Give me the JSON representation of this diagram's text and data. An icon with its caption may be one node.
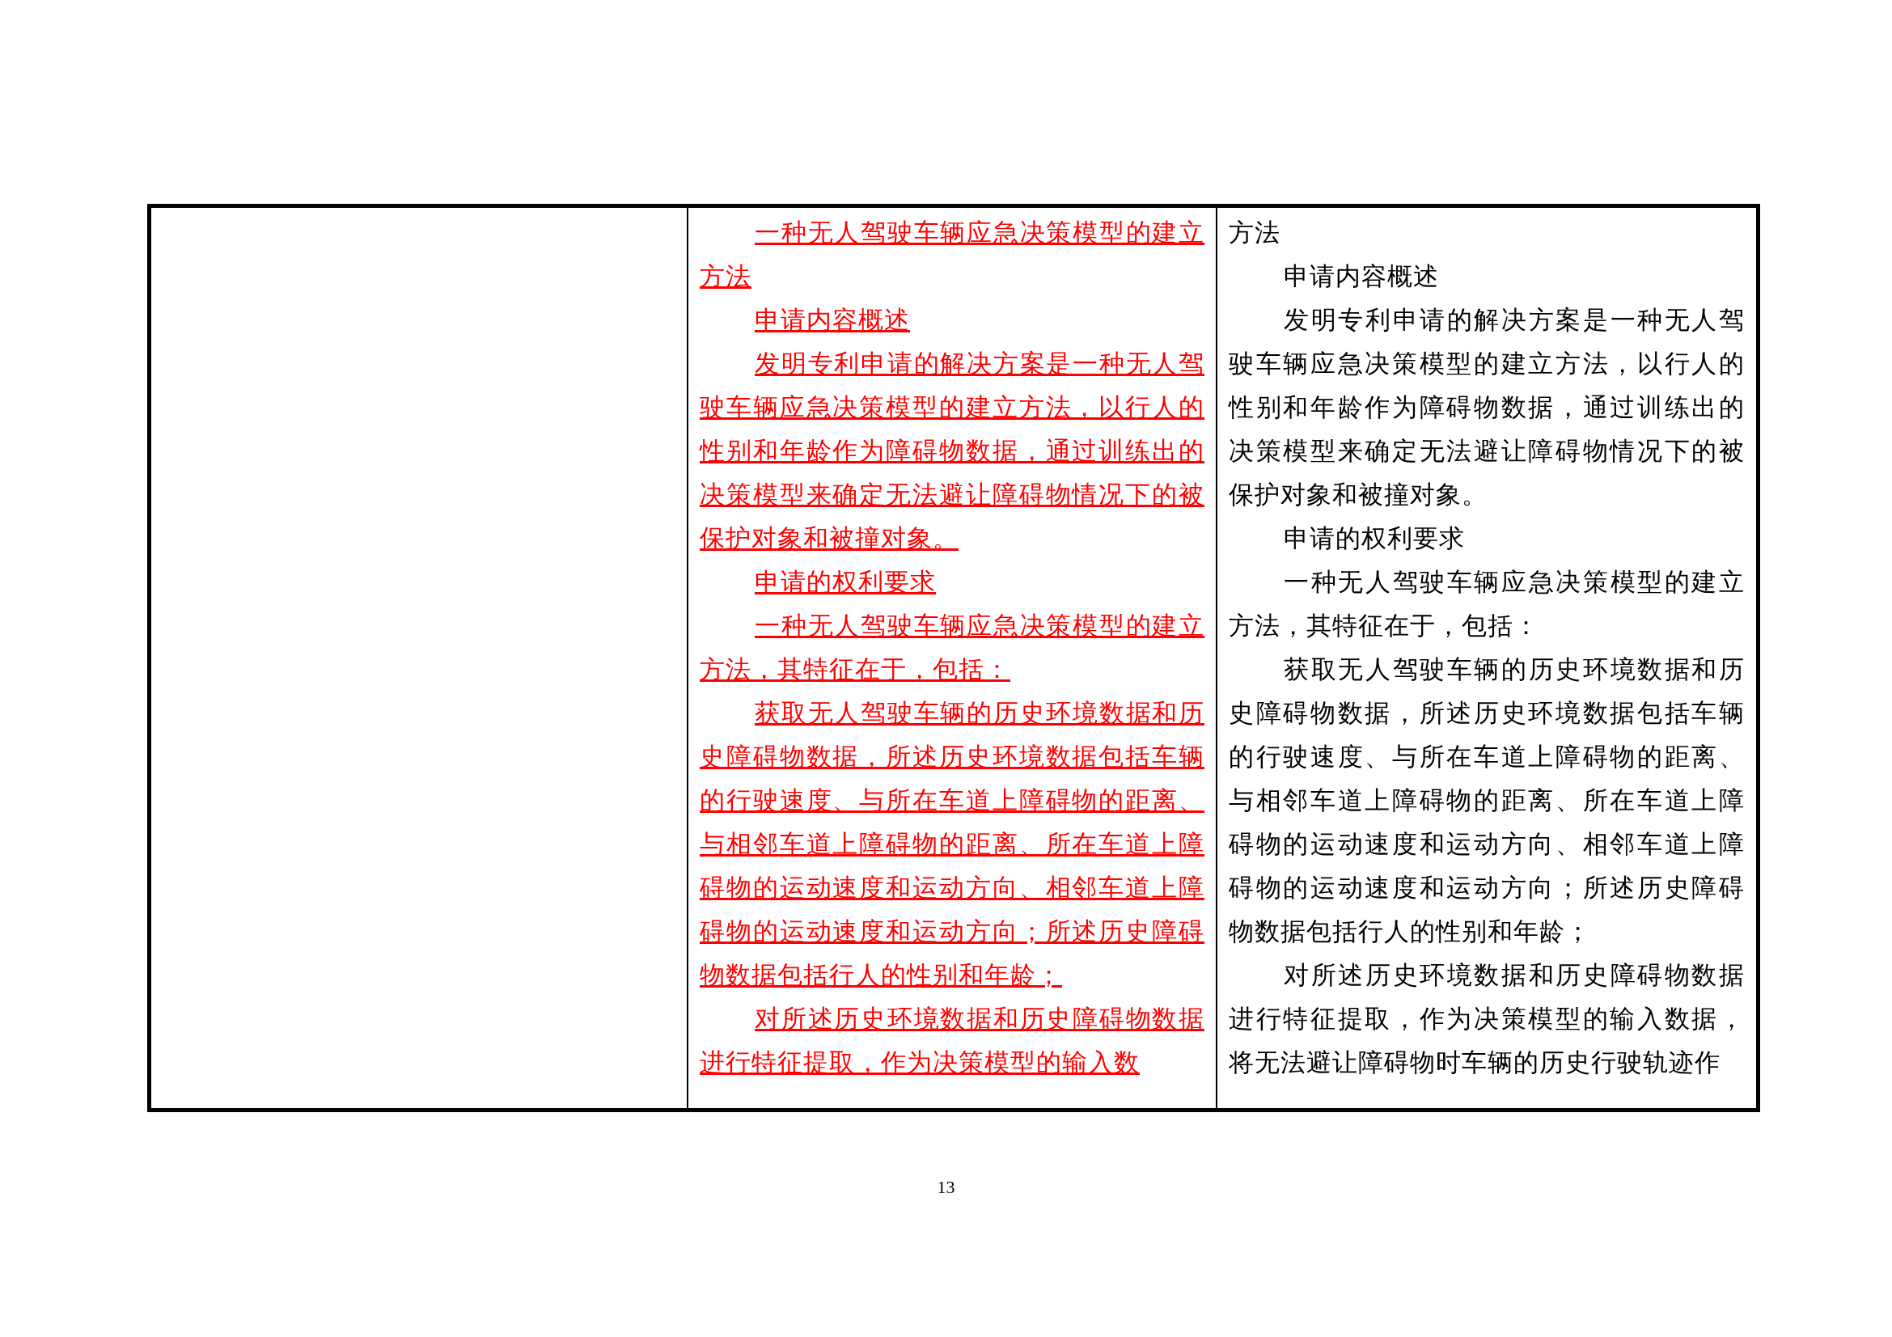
{
  "diagram": {
    "labels": [
      "一种无人驾驶车辆应急决策模型的建立方法",
      "申请内容概述",
      "发明专利申请的解决方案是一种无人驾驶车辆应急决策模型的建立方法，以行人的性别和年龄作为障碍物数据，通过训练出的决策模型来确定无法避让障碍物情况下的被保护对象和被撞对象。",
      "申请的权利要求",
      "一种无人驾驶车辆应急决策模型的建立方法，其特征在于，包括：",
      "获取无人驾驶车辆的历史环境数据和历史障碍物数据，所述历史环境数据包括车辆的行驶速度、与所在车道上障碍物的距离、与相邻车道上障碍物的距离、所在车道上障碍物的运动速度和运动方向、相邻车道上障碍物的运动速度和运动方向；所述历史障碍物数据包括行人的性别和年龄；",
      "对所述历史环境数据和历史障碍物数据进行特征提取，作为决策模型的输入数",
      "方法",
      "申请内容概述",
      "发明专利申请的解决方案是一种无人驾驶车辆应急决策模型的建立方法，以行人的性别和年龄作为障碍物数据，通过训练出的决策模型来确定无法避让障碍物情况下的被保护对象和被撞对象。",
      "申请的权利要求",
      "一种无人驾驶车辆应急决策模型的建立方法，其特征在于，包括：",
      "获取无人驾驶车辆的历史环境数据和历史障碍物数据，所述历史环境数据包括车辆的行驶速度、与所在车道上障碍物的距离、与相邻车道上障碍物的距离、所在车道上障碍物的运动速度和运动方向、相邻车道上障碍物的运动速度和运动方向；所述历史障碍物数据包括行人的性别和年龄；",
      "对所述历史环境数据和历史障碍物数据进行特征提取，作为决策模型的输入数据，将无法避让障碍物时车辆的历史行驶轨迹作",
      "13"
    ]
  }
}
